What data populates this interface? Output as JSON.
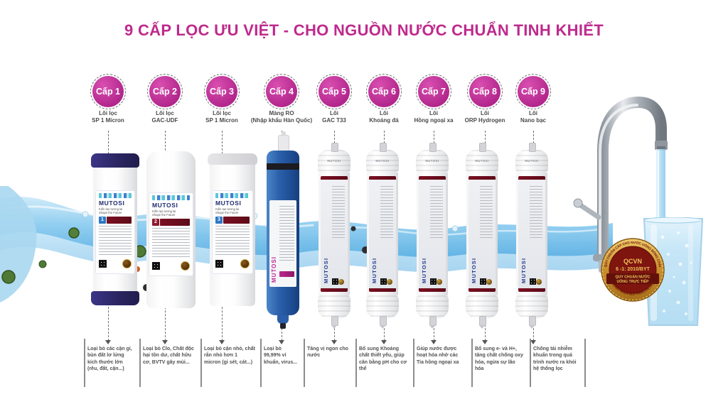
{
  "title": "9 CẤP LỌC ƯU VIỆT - CHO NGUỒN NƯỚC CHUẨN TINH KHIẾT",
  "brand": {
    "name": "MUTOSI",
    "tagline_vi": "Kiến tạo tương lai",
    "tagline_en": "Shape the Future"
  },
  "cartridge_numbers": [
    "1",
    "2",
    "3"
  ],
  "stages": [
    {
      "badge": "Cấp 1",
      "label1": "Lõi lọc",
      "label2": "SP 1 Micron",
      "desc": "Loại bỏ các cặn gỉ, bùn đất lơ lửng kích thước lớn (rêu, đất, cặn...)"
    },
    {
      "badge": "Cấp 2",
      "label1": "Lõi lọc",
      "label2": "GAC-UDF",
      "desc": "Loại bỏ Clo, Chất độc hại tồn dư, chất hữu cơ, BVTV gây mùi..."
    },
    {
      "badge": "Cấp 3",
      "label1": "Lõi lọc",
      "label2": "SP 1 Micron",
      "desc": "Loại bỏ cặn nhỏ, chất rắn nhỏ hơn 1 micron (gỉ sét, cát...)"
    },
    {
      "badge": "Cấp 4",
      "label1": "Màng RO",
      "label2": "(Nhập khẩu Hàn Quốc)",
      "desc": "Loại bỏ 99,99% vi khuẩn, virus..."
    },
    {
      "badge": "Cấp 5",
      "label1": "Lõi",
      "label2": "GAC T33",
      "desc": "Tăng vị ngon cho nước"
    },
    {
      "badge": "Cấp 6",
      "label1": "Lõi",
      "label2": "Khoáng đá",
      "desc": "Bổ sung Khoáng chất thiết yếu, giúp cân bằng pH cho cơ thể"
    },
    {
      "badge": "Cấp 7",
      "label1": "Lõi",
      "label2": "Hồng ngoại xa",
      "desc": "Giúp nước được hoạt hóa nhờ các Tia hồng ngoại xa"
    },
    {
      "badge": "Cấp 8",
      "label1": "Lõi",
      "label2": "ORP Hydrogen",
      "desc": "Bổ sung e- và H+, tăng chất chống oxy hóa, ngừa sự lão hóa"
    },
    {
      "badge": "Cấp 9",
      "label1": "Lõi",
      "label2": "Nano bạc",
      "desc": "Chống tái nhiễm khuẩn trong quá trình nước ra khỏi hệ thống lọc"
    }
  ],
  "certification": {
    "code_line1": "QCVN",
    "code_line2": "6 -1: 2010/BYT",
    "band_line1": "QUY CHUẨN NƯỚC",
    "band_line2": "UỐNG TRỰC TIẾP",
    "arc_top": "QUY CHUẨN CẤP CHO NƯỚC UỐNG ĐÓNG CHAI",
    "arc_bottom": "CHỨNG NHẬN BỞI VINACONTROL"
  },
  "colors": {
    "accent_magenta": "#BE2A8D",
    "navy_cap": "#2A255F",
    "ro_blue": "#2A5EA8",
    "maroon_label": "#7A1022",
    "water_blue": "#7EC8EC",
    "badge_gold": "#C98F2D",
    "badge_red": "#7E150F",
    "text_dark": "#4A4A4A"
  }
}
